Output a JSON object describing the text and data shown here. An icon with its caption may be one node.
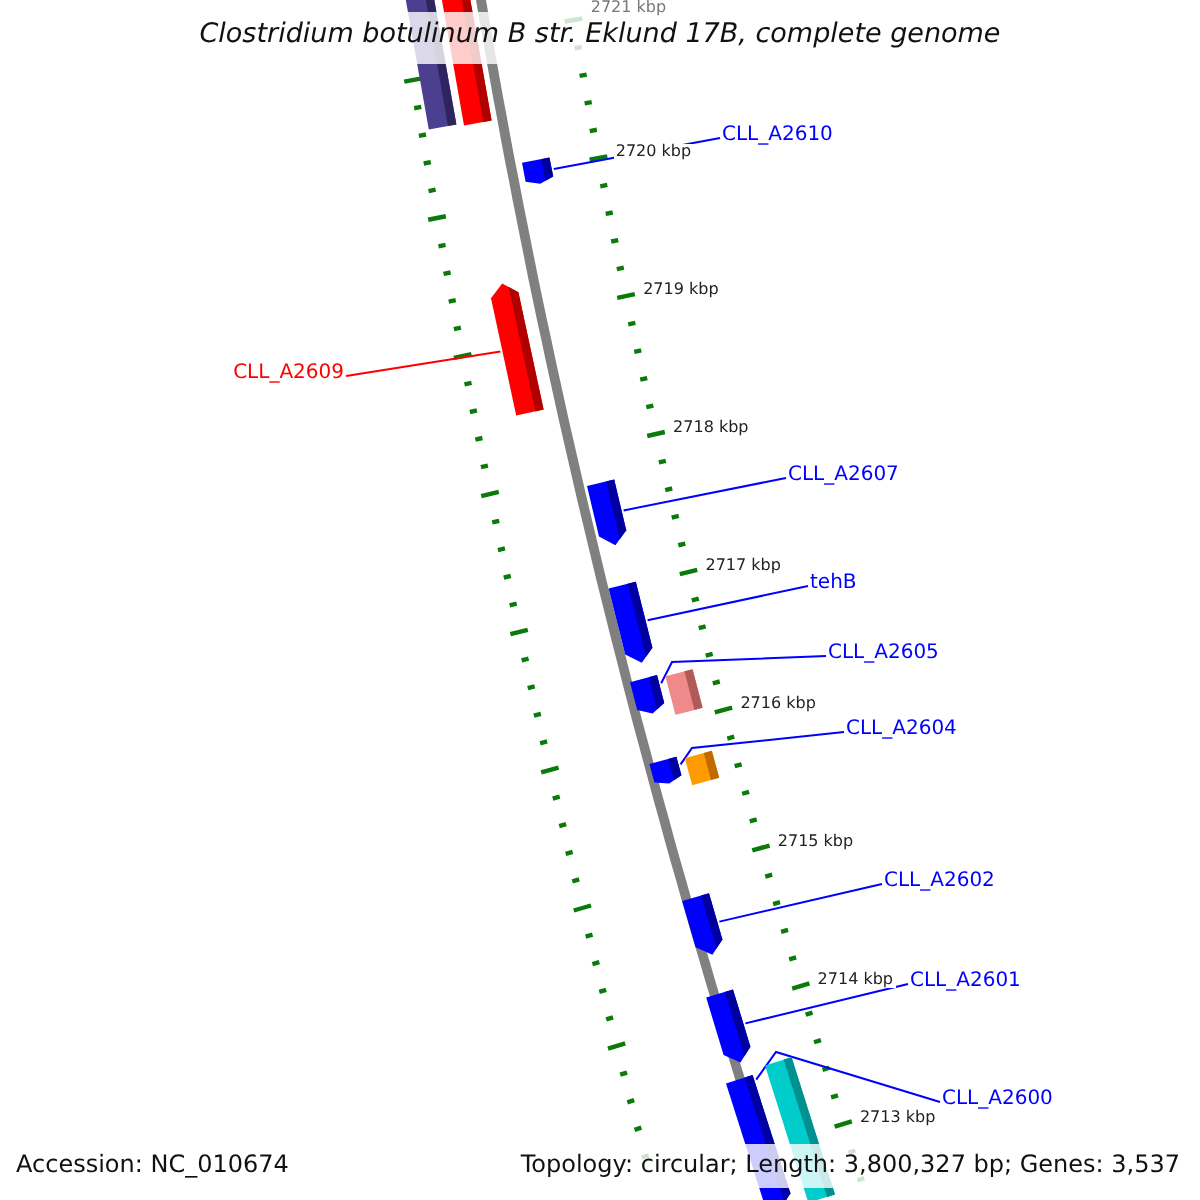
{
  "diagram": {
    "title": "Clostridium botulinum B str. Eklund 17B, complete genome",
    "nodes": [
      {
        "text": [
          "CLL_A2610"
        ]
      },
      {
        "text": [
          "CLL_A2609"
        ]
      },
      {
        "text": [
          "CLL_A2607"
        ]
      },
      {
        "text": [
          "tehB"
        ]
      },
      {
        "text": [
          "CLL_A2605"
        ]
      },
      {
        "text": [
          "CLL_A2604"
        ]
      },
      {
        "text": [
          "CLL_A2602"
        ]
      },
      {
        "text": [
          "CLL_A2601"
        ]
      },
      {
        "text": [
          "CLL_A2600"
        ]
      },
      {
        "text": [],
        "shape": "box"
      },
      {
        "text": [],
        "shape": "box"
      },
      {
        "text": [],
        "shape": "arrow"
      },
      {
        "text": [],
        "shape": "arrow"
      },
      {
        "text": [],
        "shape": "arrow"
      },
      {
        "text": [],
        "shape": "arrow"
      },
      {
        "text": [],
        "shape": "arrow"
      },
      {
        "text": [],
        "shape": "box"
      },
      {
        "text": [],
        "shape": "arrow"
      },
      {
        "text": [],
        "shape": "box"
      },
      {
        "text": [],
        "shape": "arrow"
      },
      {
        "text": [],
        "shape": "arrow"
      },
      {
        "text": [],
        "shape": "arrow"
      },
      {
        "text": [],
        "shape": "box"
      }
    ],
    "edges": [
      {
        "from": 0,
        "to": 11,
        "arrow": "none"
      },
      {
        "from": 1,
        "to": 12,
        "arrow": "none",
        "color": "#ff0000"
      },
      {
        "from": 2,
        "to": 13,
        "arrow": "none"
      },
      {
        "from": 3,
        "to": 14,
        "arrow": "none"
      },
      {
        "from": 4,
        "to": 15,
        "arrow": "none"
      },
      {
        "from": 5,
        "to": 17,
        "arrow": "none"
      },
      {
        "from": 6,
        "to": 19,
        "arrow": "none"
      },
      {
        "from": 7,
        "to": 20,
        "arrow": "none"
      },
      {
        "from": 8,
        "to": 21,
        "arrow": "none"
      }
    ],
    "labels": [
      "2721 kbp",
      "2720 kbp",
      "2719 kbp",
      "2718 kbp",
      "2717 kbp",
      "2716 kbp",
      "2715 kbp",
      "2714 kbp",
      "2713 kbp",
      "Accession: NC_010674",
      "Topology: circular; Length: 3,800,327 bp; Genes: 3,537"
    ]
  }
}
